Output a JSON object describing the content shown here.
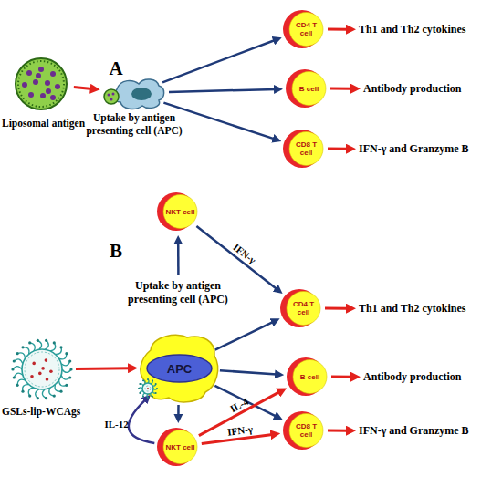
{
  "diagram": {
    "nodes": [
      {
        "text": [
          "Liposomal antigen"
        ]
      },
      {
        "text": [
          "Uptake by antigen presenting cell (APC)"
        ]
      },
      {
        "text": [
          "CD4 T cell"
        ]
      },
      {
        "text": [
          "Th1 and Th2 cytokines"
        ]
      },
      {
        "text": [
          "B cell"
        ]
      },
      {
        "text": [
          "Antibody production"
        ]
      },
      {
        "text": [
          "CD8 T cell"
        ]
      },
      {
        "text": [
          "IFN-γ and Granzyme B"
        ]
      },
      {
        "text": [
          "NKT cell"
        ]
      },
      {
        "text": [
          "CD4 T cell"
        ]
      },
      {
        "text": [
          "Th1 and Th2 cytokines"
        ]
      },
      {
        "text": [
          "GSLs-lip-WCAgs"
        ]
      },
      {
        "text": [
          "Uptake by antigen presenting cell (APC)"
        ]
      },
      {
        "text": [
          "APC"
        ],
        "in": 12
      },
      {
        "text": [
          "B cell"
        ]
      },
      {
        "text": [
          "Antibody production"
        ]
      },
      {
        "text": [
          "CD8 T cell"
        ]
      },
      {
        "text": [
          "IFN-γ and Granzyme B"
        ]
      },
      {
        "text": [
          "NKT cell"
        ]
      }
    ],
    "edges": [
      {
        "from": 0,
        "to": 1,
        "arrow": "to"
      },
      {
        "from": 1,
        "to": 2,
        "arrow": "to"
      },
      {
        "from": 1,
        "to": 4,
        "arrow": "to"
      },
      {
        "from": 1,
        "to": 6,
        "arrow": "to"
      },
      {
        "from": 2,
        "to": 3,
        "arrow": "to"
      },
      {
        "from": 4,
        "to": 5,
        "arrow": "to"
      },
      {
        "from": 6,
        "to": 7,
        "arrow": "to"
      },
      {
        "from": 12,
        "to": 8,
        "arrow": "to"
      },
      {
        "from": 8,
        "to": 9,
        "label": "IFN-γ",
        "arrow": "to"
      },
      {
        "from": 9,
        "to": 10,
        "arrow": "to"
      },
      {
        "from": 11,
        "to": 12,
        "arrow": "to"
      },
      {
        "from": 12,
        "to": 9,
        "arrow": "to"
      },
      {
        "from": 12,
        "to": 14,
        "arrow": "to"
      },
      {
        "from": 12,
        "to": 16,
        "arrow": "to"
      },
      {
        "from": 14,
        "to": 15,
        "arrow": "to"
      },
      {
        "from": 16,
        "to": 17,
        "arrow": "to"
      },
      {
        "from": 12,
        "to": 18,
        "arrow": "to"
      },
      {
        "from": 18,
        "to": 14,
        "label": "IL-4",
        "arrow": "to"
      },
      {
        "from": 18,
        "to": 16,
        "label": "IFN-γ",
        "arrow": "to"
      },
      {
        "from": 18,
        "to": 12,
        "label": "IL-12",
        "arrow": "to"
      }
    ],
    "labels": [
      "A",
      "B"
    ]
  }
}
